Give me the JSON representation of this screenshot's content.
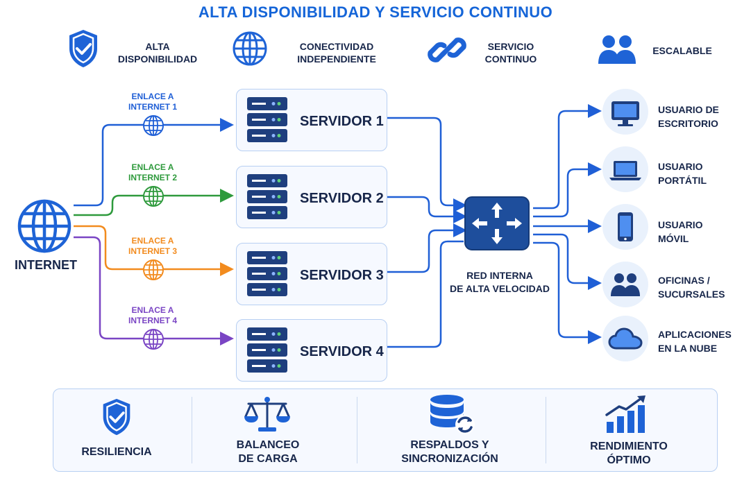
{
  "title": "ALTA DISPONIBILIDAD Y SERVICIO CONTINUO",
  "features": [
    {
      "icon": "shield-check-icon",
      "label": "ALTA\nDISPONIBILIDAD"
    },
    {
      "icon": "globe-icon",
      "label": "CONECTIVIDAD\nINDEPENDIENTE"
    },
    {
      "icon": "chain-link-icon",
      "label": "SERVICIO\nCONTINUO"
    },
    {
      "icon": "users-icon",
      "label": "ESCALABLE"
    }
  ],
  "internet": {
    "label": "INTERNET",
    "icon": "globe-icon"
  },
  "links": [
    {
      "label": "ENLACE A\nINTERNET 1",
      "color": "#1f5fd6"
    },
    {
      "label": "ENLACE A\nINTERNET 2",
      "color": "#2e9a3c"
    },
    {
      "label": "ENLACE A\nINTERNET 3",
      "color": "#f28b1e"
    },
    {
      "label": "ENLACE A\nINTERNET 4",
      "color": "#7a45c4"
    }
  ],
  "servers": [
    {
      "label": "SERVIDOR 1"
    },
    {
      "label": "SERVIDOR 2"
    },
    {
      "label": "SERVIDOR 3"
    },
    {
      "label": "SERVIDOR 4"
    }
  ],
  "router": {
    "label": "RED INTERNA\nDE ALTA VELOCIDAD",
    "icon": "router-arrows-icon"
  },
  "destinations": [
    {
      "icon": "desktop-monitor-icon",
      "label": "USUARIO DE\nESCRITORIO"
    },
    {
      "icon": "laptop-icon",
      "label": "USUARIO\nPORTÁTIL"
    },
    {
      "icon": "smartphone-icon",
      "label": "USUARIO\nMÓVIL"
    },
    {
      "icon": "users-icon",
      "label": "OFICINAS /\nSUCURSALES"
    },
    {
      "icon": "cloud-icon",
      "label": "APLICACIONES\nEN LA NUBE"
    }
  ],
  "benefits": [
    {
      "icon": "shield-check-icon",
      "label": "RESILIENCIA"
    },
    {
      "icon": "balance-scale-icon",
      "label": "BALANCEO\nDE CARGA"
    },
    {
      "icon": "database-sync-icon",
      "label": "RESPALDOS Y\nSINCRONIZACIÓN"
    },
    {
      "icon": "growth-chart-icon",
      "label": "RENDIMIENTO\nÓPTIMO"
    }
  ],
  "colors": {
    "primary": "#1565d8",
    "navy": "#17264a",
    "router": "#1e4e9c"
  }
}
